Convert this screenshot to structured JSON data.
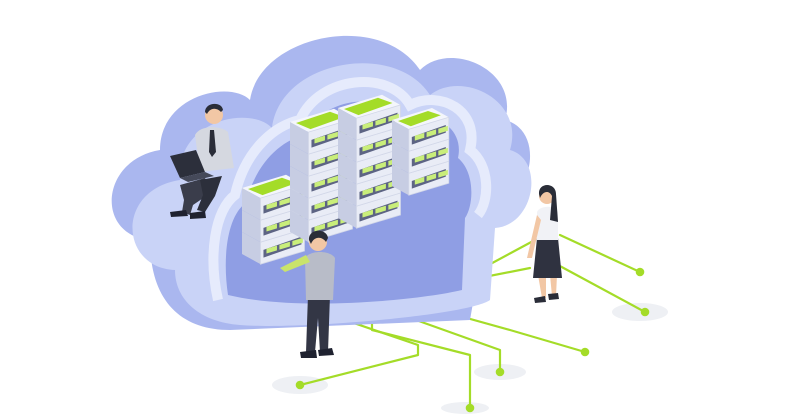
{
  "illustration": {
    "subject": "cloud-server-infrastructure",
    "colors": {
      "background": "#ffffff",
      "cloud_light": "#c9d3f7",
      "cloud_mid": "#aab7ef",
      "cloud_dark": "#8f9ee4",
      "cloud_rim": "#e6ebfc",
      "server_face": "#e9ecf6",
      "server_side": "#c7cde3",
      "server_top": "#f4f6fb",
      "accent_green": "#a4dc28",
      "green_light": "#c9ee7a",
      "line_dark": "#3a3f55"
    },
    "people": [
      "man-with-laptop",
      "man-touching-server",
      "woman-standing"
    ],
    "elements": [
      "cloud",
      "server-rack-stack",
      "circuit-lines",
      "ground-pads"
    ]
  }
}
